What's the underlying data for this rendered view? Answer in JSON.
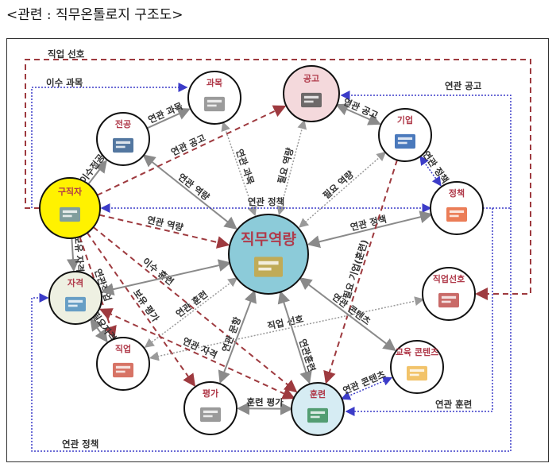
{
  "title": "<관련 : 직무온톨로지 구조도>",
  "colors": {
    "solid": "#8a8a8a",
    "dashed": "#9e3a3f",
    "dotted_blue": "#3c3cc8",
    "dotted_gray": "#9a9a9a"
  },
  "nodes": [
    {
      "id": "seeker",
      "label": "구직자",
      "icon": "resume-folder-icon"
    },
    {
      "id": "major",
      "label": "전공",
      "icon": "graduate-icon"
    },
    {
      "id": "subject",
      "label": "과목",
      "icon": "certificate-icon"
    },
    {
      "id": "posting",
      "label": "공고",
      "icon": "job-search-icon"
    },
    {
      "id": "company",
      "label": "기업",
      "icon": "building-icon"
    },
    {
      "id": "policy",
      "label": "정책",
      "icon": "document-icon"
    },
    {
      "id": "competency",
      "label": "직무역량",
      "icon": "book-icon"
    },
    {
      "id": "license",
      "label": "자격",
      "icon": "license-icon"
    },
    {
      "id": "job",
      "label": "직업",
      "icon": "worker-icon"
    },
    {
      "id": "jobpref",
      "label": "직업선호",
      "icon": "preference-icon"
    },
    {
      "id": "content",
      "label": "교육 콘텐츠",
      "icon": "education-content-icon"
    },
    {
      "id": "eval",
      "label": "평가",
      "icon": "receipt-icon"
    },
    {
      "id": "training",
      "label": "훈련",
      "icon": "trainer-icon"
    }
  ],
  "edges": [
    {
      "from": "seeker",
      "to": "major",
      "label": "이수전공",
      "style": "solid"
    },
    {
      "from": "major",
      "to": "subject",
      "label": "연관 과목",
      "style": "solid"
    },
    {
      "from": "major",
      "to": "competency",
      "label": "연관 역량",
      "style": "solid",
      "both": true
    },
    {
      "from": "seeker",
      "to": "posting",
      "label": "연관 공고",
      "style": "dashed"
    },
    {
      "from": "subject",
      "to": "competency",
      "label": "연관 과목",
      "style": "dotted_gray",
      "both": true
    },
    {
      "from": "posting",
      "to": "competency",
      "label": "필요 역량",
      "style": "dotted_gray",
      "both": true
    },
    {
      "from": "company",
      "to": "competency",
      "label": "필요 역량",
      "style": "dotted_gray",
      "both": true
    },
    {
      "from": "posting",
      "to": "company",
      "label": "연관 공고",
      "style": "solid",
      "both": true
    },
    {
      "from": "company",
      "to": "policy",
      "label": "연관 정책",
      "style": "dotted_blue",
      "both": true
    },
    {
      "from": "policy",
      "to": "seeker",
      "label": "연관 정책",
      "style": "dotted_blue",
      "both": true
    },
    {
      "from": "policy",
      "to": "competency",
      "label": "연관 정책",
      "style": "solid",
      "both": true
    },
    {
      "from": "company",
      "to": "training",
      "label": "필요 기업(훈련)",
      "style": "dashed"
    },
    {
      "from": "seeker",
      "to": "competency",
      "label": "연관 역량",
      "style": "dashed"
    },
    {
      "from": "seeker",
      "to": "license",
      "label": "보유 자격",
      "style": "solid"
    },
    {
      "from": "seeker",
      "to": "job",
      "label": "연관직업",
      "style": "dashed"
    },
    {
      "from": "seeker",
      "to": "eval",
      "label": "보유 평가",
      "style": "dashed"
    },
    {
      "from": "seeker",
      "to": "training",
      "label": "이수 훈련",
      "style": "dashed"
    },
    {
      "from": "competency",
      "to": "license",
      "label": "",
      "style": "solid",
      "both": true
    },
    {
      "from": "competency",
      "to": "job",
      "label": "연관 훈련",
      "style": "dotted_gray",
      "both": true
    },
    {
      "from": "license",
      "to": "job",
      "label": "필요자격",
      "style": "solid",
      "both": true
    },
    {
      "from": "jobpref",
      "to": "job",
      "label": "직업 선호",
      "style": "dotted_gray",
      "both": true
    },
    {
      "from": "competency",
      "to": "eval",
      "label": "연관 문항",
      "style": "solid",
      "both": true
    },
    {
      "from": "competency",
      "to": "training",
      "label": "연관훈련",
      "style": "solid",
      "both": true
    },
    {
      "from": "competency",
      "to": "content",
      "label": "연관 콘텐츠",
      "style": "solid",
      "both": true
    },
    {
      "from": "training",
      "to": "content",
      "label": "연관 콘텐츠",
      "style": "dotted_blue",
      "both": true
    },
    {
      "from": "training",
      "to": "eval",
      "label": "훈련 평가",
      "style": "solid",
      "both": true
    },
    {
      "from": "training",
      "to": "license",
      "label": "연관 자격",
      "style": "dashed",
      "both": true
    }
  ],
  "routed_edges": {
    "job_pref": "직업 선호",
    "taken_subject": "이수 과목",
    "related_posting": "연관 공고",
    "related_training": "연관 훈련",
    "related_policy_bottom": "연관 정책"
  }
}
